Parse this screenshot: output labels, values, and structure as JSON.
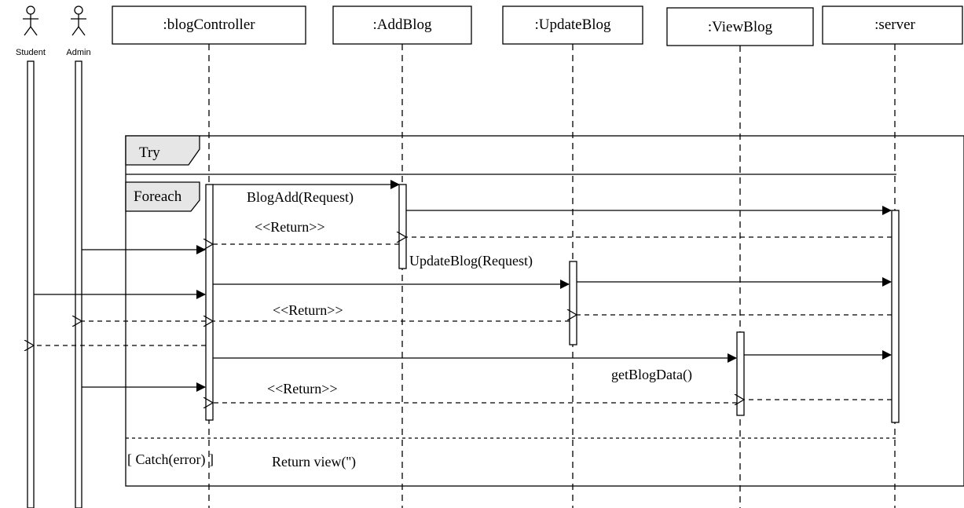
{
  "actors": [
    {
      "id": "student",
      "label": "Student"
    },
    {
      "id": "admin",
      "label": "Admin"
    }
  ],
  "lifelines": [
    {
      "id": "blogController",
      "label": ":blogController"
    },
    {
      "id": "addBlog",
      "label": ":AddBlog"
    },
    {
      "id": "updateBlog",
      "label": ":UpdateBlog"
    },
    {
      "id": "viewBlog",
      "label": ":ViewBlog"
    },
    {
      "id": "server",
      "label": ":server"
    }
  ],
  "fragments": {
    "try": "Try",
    "foreach": "Foreach",
    "catch_guard": "[ Catch(error) ]",
    "catch_body": "Return view('')"
  },
  "messages": {
    "blog_add": "BlogAdd(Request)",
    "return_1": "<<Return>>",
    "update_blog": "UpdateBlog(Request)",
    "return_2": "<<Return>>",
    "get_blog_data": "getBlogData()",
    "return_3": "<<Return>>"
  },
  "colors": {
    "line": "#000000",
    "frame_tab": "#e6e6e6",
    "header_fill": "#ffffff"
  }
}
